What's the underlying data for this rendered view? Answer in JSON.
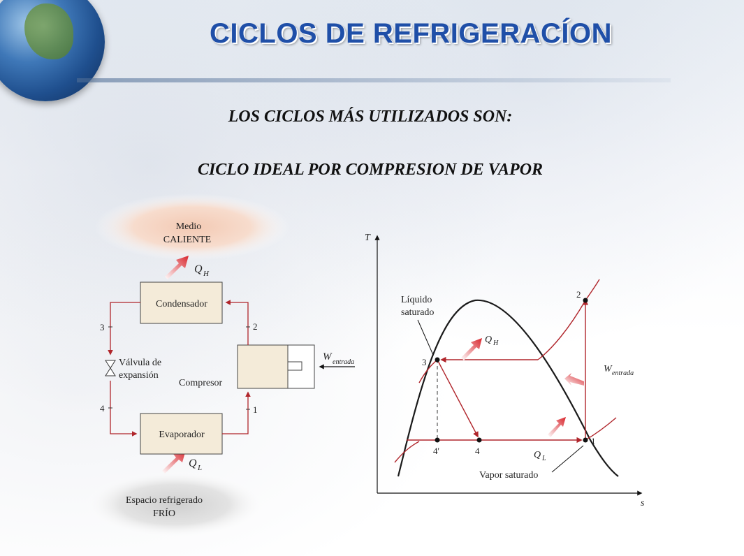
{
  "slide": {
    "title": "CICLOS DE REFRIGERACÍON",
    "subtitle_1": "LOS CICLOS MÁS UTILIZADOS SON:",
    "subtitle_2": "CICLO IDEAL POR COMPRESION DE VAPOR"
  },
  "schematic": {
    "hot_medium_line1": "Medio",
    "hot_medium_line2": "CALIENTE",
    "condenser": "Condensador",
    "evaporator": "Evaporador",
    "valve_line1": "Válvula de",
    "valve_line2": "expansión",
    "compressor": "Compresor",
    "cold_space_line1": "Espacio refrigerado",
    "cold_space_line2": "FRÍO",
    "q_h": "Q",
    "q_h_sub": "H",
    "q_l": "Q",
    "q_l_sub": "L",
    "w": "W",
    "w_sub": "entrada",
    "point_1": "1",
    "point_2": "2",
    "point_3": "3",
    "point_4": "4"
  },
  "ts_diagram": {
    "axis_y": "T",
    "axis_x": "s",
    "sat_liquid_line1": "Líquido",
    "sat_liquid_line2": "saturado",
    "sat_vapor": "Vapor saturado",
    "q_h": "Q",
    "q_h_sub": "H",
    "q_l": "Q",
    "q_l_sub": "L",
    "w": "W",
    "w_sub": "entrada",
    "point_1": "1",
    "point_2": "2",
    "point_3": "3",
    "point_4": "4",
    "point_4p": "4'"
  },
  "colors": {
    "title": "#1f4fa8",
    "flow_line": "#b0252b",
    "curve": "#1a1a1a",
    "heat_arrow": "#d8242b"
  }
}
